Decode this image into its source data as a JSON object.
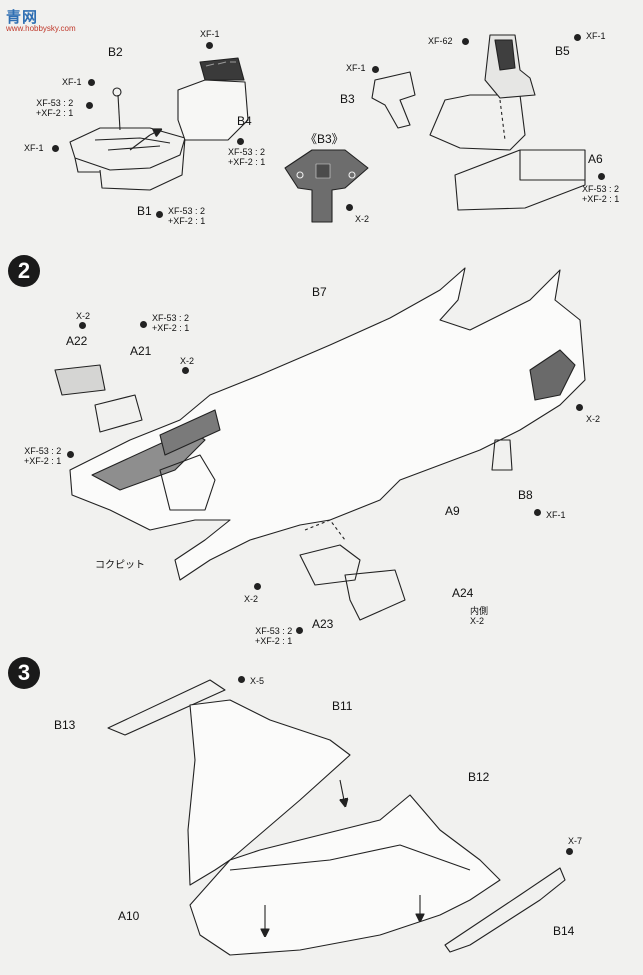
{
  "watermark": {
    "logo": "青网",
    "site": "www.hobbysky.com"
  },
  "steps": [
    "2",
    "3"
  ],
  "step1": {
    "parts": {
      "b2": "B2",
      "b4": "B4",
      "b1": "B1",
      "b3": "B3",
      "b3_detail": "《B3》",
      "b5": "B5",
      "a6": "A6"
    },
    "paints": {
      "xf1_top": "XF-1",
      "xf1_left": "XF-1",
      "xf53_mix_a": "XF-53 : 2\n+XF-2 : 1",
      "xf1_lower": "XF-1",
      "xf53_b4": "XF-53 : 2\n+XF-2 : 1",
      "xf53_b1": "XF-53 : 2\n+XF-2 : 1",
      "x2_detail": "X-2",
      "xf1_b3": "XF-1",
      "xf62": "XF-62",
      "xf1_b5": "XF-1",
      "xf53_a6": "XF-53 : 2\n+XF-2 : 1"
    }
  },
  "step2": {
    "parts": {
      "b7": "B7",
      "a22": "A22",
      "a21": "A21",
      "a9": "A9",
      "b8": "B8",
      "a23": "A23",
      "a24": "A24"
    },
    "paints": {
      "x2_a22": "X-2",
      "xf53_a21": "XF-53 : 2\n+XF-2 : 1",
      "x2_mid": "X-2",
      "xf53_nose": "XF-53 : 2\n+XF-2 : 1",
      "x2_tail": "X-2",
      "xf1_b8": "XF-1",
      "x2_a23": "X-2",
      "xf53_a23": "XF-53 : 2\n+XF-2 : 1",
      "inner_a24": "内側\nX-2"
    },
    "cockpit_label": "コクピット"
  },
  "step3": {
    "parts": {
      "b13": "B13",
      "b11": "B11",
      "b12": "B12",
      "a10": "A10",
      "b14": "B14"
    },
    "paints": {
      "x5": "X-5",
      "x7": "X-7"
    }
  }
}
